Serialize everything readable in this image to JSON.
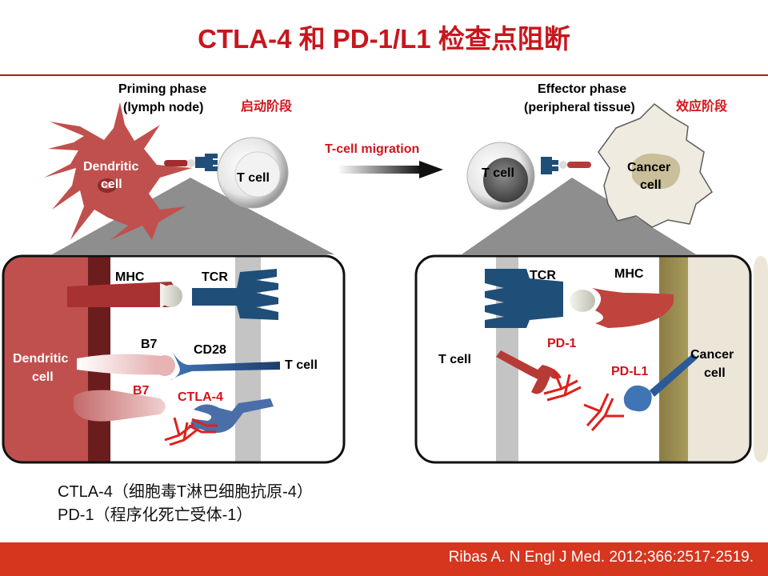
{
  "title": "CTLA-4 和 PD-1/L1 检查点阻断",
  "left_phase": {
    "name_line1": "Priming phase",
    "name_line2": "(lymph node)",
    "name_cn": "启动阶段",
    "dendritic_cell_line1": "Dendritic",
    "dendritic_cell_line2": "cell",
    "t_cell": "T cell"
  },
  "migration_label": "T-cell migration",
  "right_phase": {
    "name_line1": "Effector phase",
    "name_line2": "(peripheral tissue)",
    "name_cn": "效应阶段",
    "t_cell": "T cell",
    "cancer_cell_line1": "Cancer",
    "cancer_cell_line2": "cell"
  },
  "left_detail": {
    "mhc": "MHC",
    "tcr": "TCR",
    "b7_top": "B7",
    "cd28": "CD28",
    "b7_bottom": "B7",
    "ctla4": "CTLA-4",
    "t_cell": "T cell",
    "dendritic_line1": "Dendritic",
    "dendritic_line2": "cell"
  },
  "right_detail": {
    "tcr": "TCR",
    "mhc": "MHC",
    "t_cell": "T cell",
    "pd1": "PD-1",
    "pdl1": "PD-L1",
    "cancer_line1": "Cancer",
    "cancer_line2": "cell"
  },
  "notes": [
    "CTLA-4（细胞毒T淋巴细胞抗原-4）",
    "PD-1（程序化死亡受体-1）"
  ],
  "citation": "Ribas A. N Engl J Med. 2012;366:2517-2519.",
  "colors": {
    "title_red": "#c8161d",
    "dendritic_red": "#c0504d",
    "tcr_blue": "#1f4e79",
    "cd28_blue": "#3f74b5",
    "antibody_red": "#e0201c",
    "footer_red": "#d6351e",
    "cancer_tan": "#ebe5d2",
    "olive": "#8a7d45"
  }
}
